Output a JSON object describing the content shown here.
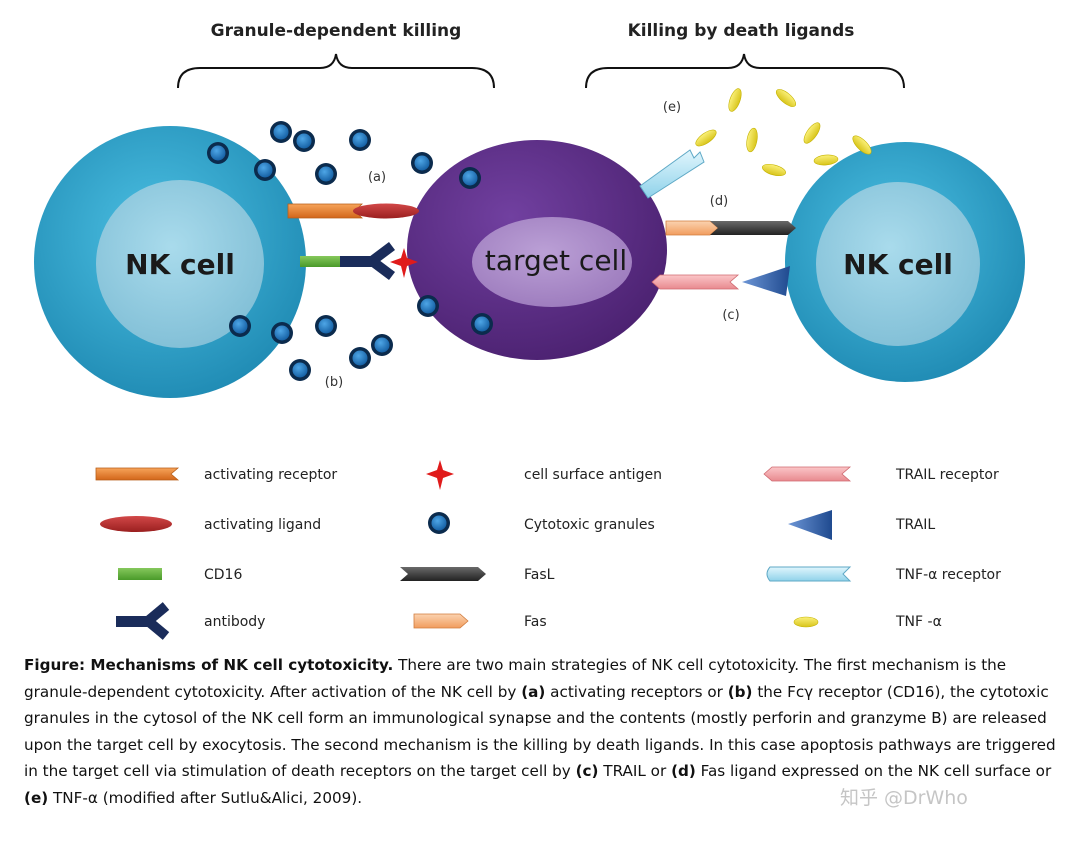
{
  "headings": {
    "left": "Granule-dependent killing",
    "right": "Killing by death ligands"
  },
  "cells": {
    "nk_left": "NK cell",
    "target": "target cell",
    "nk_right": "NK cell"
  },
  "letters": {
    "a": "(a)",
    "b": "(b)",
    "c": "(c)",
    "d": "(d)",
    "e": "(e)"
  },
  "legend": {
    "col1": [
      "activating receptor",
      "activating ligand",
      "CD16",
      "antibody"
    ],
    "col2": [
      "cell surface antigen",
      "Cytotoxic granules",
      "FasL",
      "Fas"
    ],
    "col3": [
      "TRAIL receptor",
      "TRAIL",
      "TNF-α receptor",
      "TNF -α"
    ]
  },
  "caption": {
    "title": "Figure: Mechanisms of NK cell cytotoxicity.",
    "p1": " There are two main strategies of NK cell cytotoxicity. The first mechanism is the granule-dependent cytotoxicity. After activation of the NK cell by ",
    "a": "(a)",
    "p2": " activating receptors or ",
    "b": "(b)",
    "p3": " the Fcγ receptor (CD16), the cytotoxic granules in the cytosol of the NK cell form an immunological synapse and the contents (mostly perforin and granzyme B) are released upon the target cell by exocytosis. The second mechanism is the killing by death ligands. In this case apoptosis pathways are triggered in the target cell via stimulation of death receptors on the target cell by ",
    "c": "(c)",
    "p4": " TRAIL or ",
    "d": "(d)",
    "p5": " Fas ligand expressed on the NK cell surface or ",
    "e": "(e)",
    "p6": " TNF-α (modified after Sutlu&Alici, 2009)."
  },
  "watermark": "知乎 @DrWho",
  "colors": {
    "nk_outer": "#2b9fc6",
    "nk_inner": "#8fcbe0",
    "target_outer": "#5a2d82",
    "target_inner": "#a686c4",
    "granule_fill": "#1c6fb5",
    "granule_ring": "#0b2b4d",
    "activating_receptor": "#e07a1f",
    "activating_ligand": "#b52a2a",
    "cd16": "#5daa3a",
    "antibody": "#1a2c5a",
    "antigen": "#e01b1b",
    "fasl": "#333333",
    "fas": "#f7b785",
    "trail_receptor": "#f2a0a4",
    "trail": "#2e5fa8",
    "tnf_receptor": "#a8e0f2",
    "tnf": "#f1e12a"
  }
}
